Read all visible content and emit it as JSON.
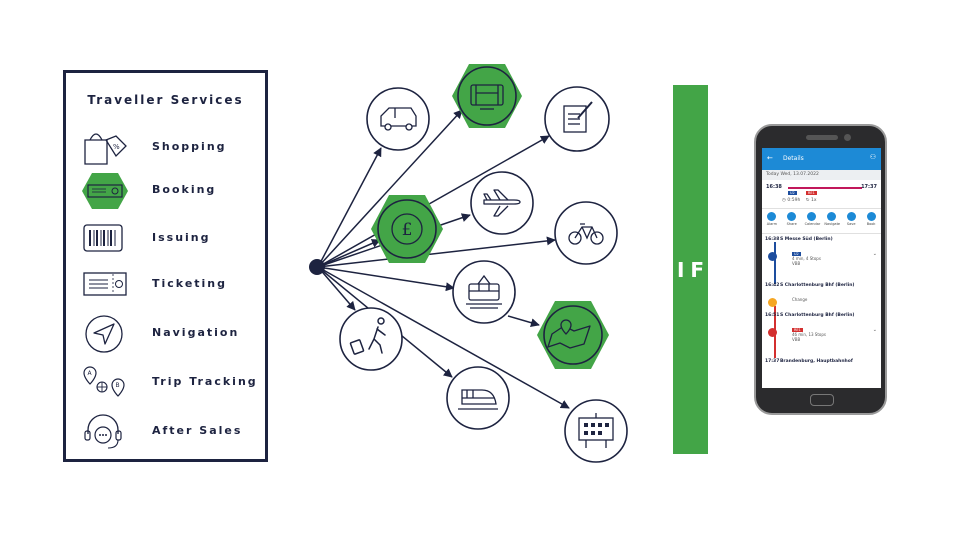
{
  "services": {
    "title": "Traveller Services",
    "items": [
      {
        "label": "Shopping",
        "icon": "shopping-bag-icon"
      },
      {
        "label": "Booking",
        "icon": "ticket-icon"
      },
      {
        "label": "Issuing",
        "icon": "barcode-icon"
      },
      {
        "label": "Ticketing",
        "icon": "ticket-icon"
      },
      {
        "label": "Navigation",
        "icon": "navigation-arrow-icon"
      },
      {
        "label": "Trip Tracking",
        "icon": "route-icon"
      },
      {
        "label": "After Sales",
        "icon": "headset-icon"
      }
    ]
  },
  "diagram": {
    "nodes": [
      {
        "icon": "car-icon"
      },
      {
        "icon": "tram-icon"
      },
      {
        "icon": "notepad-icon"
      },
      {
        "icon": "pound-coin-icon"
      },
      {
        "icon": "plane-icon"
      },
      {
        "icon": "bicycle-icon"
      },
      {
        "icon": "train-icon"
      },
      {
        "icon": "map-pin-icon"
      },
      {
        "icon": "traveller-icon"
      },
      {
        "icon": "high-speed-train-icon"
      },
      {
        "icon": "departure-board-icon"
      }
    ]
  },
  "interface": {
    "label": "IF"
  },
  "phone": {
    "header_title": "Details",
    "date": "Today Wed, 13.07.2022",
    "dep_time": "16:38",
    "arr_time": "17:37",
    "route_info": "0:59h",
    "changes": "1x",
    "badge_u": "U2",
    "badge_r": "RE1",
    "actions": [
      "Alarm",
      "Share",
      "Calendar",
      "Navigate",
      "Save",
      "Book"
    ],
    "stops": [
      {
        "time": "16:38",
        "name": "S Messe Süd (Berlin)"
      },
      {
        "time": "16:42",
        "name": "S Charlottenburg Bhf (Berlin)"
      },
      {
        "time": "16:51",
        "name": "S Charlottenburg Bhf (Berlin)"
      },
      {
        "time": "17:37",
        "name": "Brandenburg, Hauptbahnhof"
      }
    ],
    "seg1_info": "4 min, 4 Stops",
    "seg1_op": "VBB",
    "change_label": "Change",
    "seg2_info": "46 min, 13 Stops",
    "seg2_op": "VBB"
  },
  "colors": {
    "navy": "#1d2340",
    "green": "#43a547",
    "blue": "#1d8ad6",
    "red": "#c2185b"
  }
}
